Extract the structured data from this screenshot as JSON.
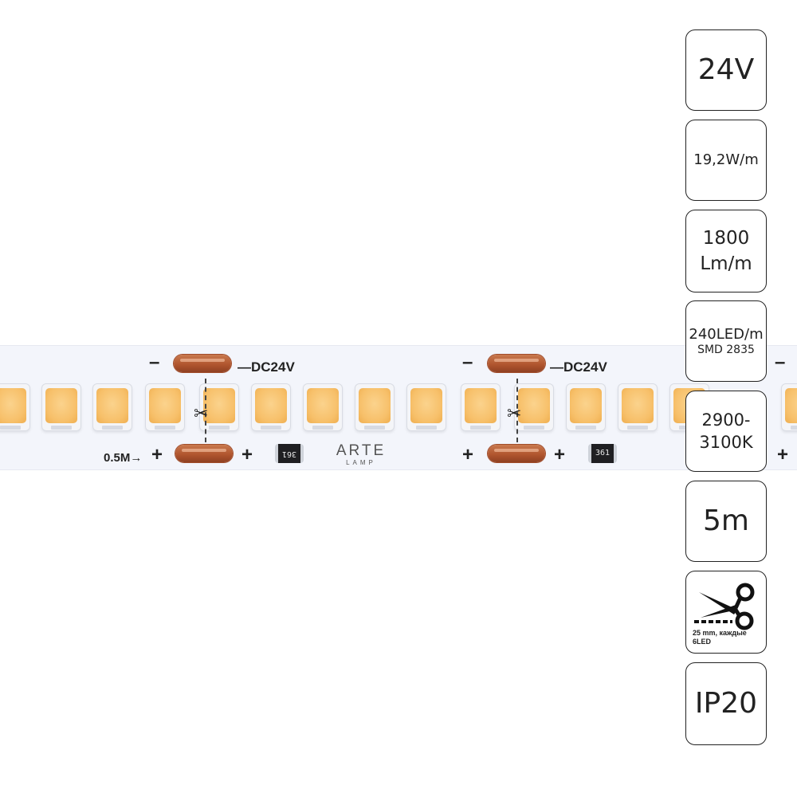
{
  "strip": {
    "polarity_minus": "–",
    "polarity_plus": "+",
    "voltage_label": "—DC24V",
    "section_marker": "0.5M→",
    "resistor_code": "361",
    "resistor_code_flipped": "361",
    "brand_name": "ARTE",
    "brand_sub": "LAMP",
    "led_color": "#f7c06a",
    "pad_color": "#b1562f",
    "scissor_icon": "scissors-icon"
  },
  "specs": {
    "voltage": "24V",
    "power": "19,2W/m",
    "lumen_value": "1800",
    "lumen_unit": "Lm/m",
    "led_count": "240LED/m",
    "led_type": "SMD 2835",
    "cct_line1": "2900-",
    "cct_line2": "3100K",
    "length": "5m",
    "cut_text_line1": "25 mm, каждые",
    "cut_text_line2": "6LED",
    "ip_rating": "IP20"
  }
}
